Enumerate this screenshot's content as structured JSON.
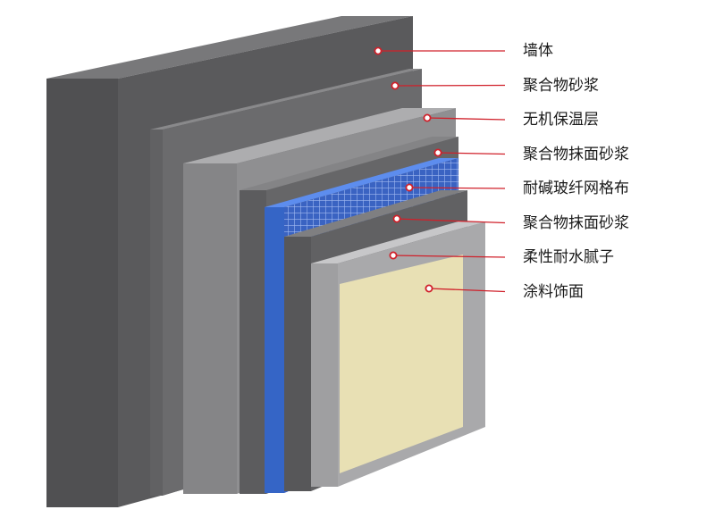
{
  "diagram": {
    "layers": [
      {
        "label": "墙体",
        "face_color": "#5a5a5c",
        "mesh": false
      },
      {
        "label": "聚合物砂浆",
        "face_color": "#6b6b6d",
        "mesh": false
      },
      {
        "label": "无机保温层",
        "face_color": "#8f8f91",
        "mesh": false
      },
      {
        "label": "聚合物抹面砂浆",
        "face_color": "#666668",
        "mesh": false
      },
      {
        "label": "耐碱玻纤网格布",
        "face_color": "#3f6fd0",
        "mesh": true
      },
      {
        "label": "聚合物抹面砂浆",
        "face_color": "#616163",
        "mesh": false
      },
      {
        "label": "柔性耐水腻子",
        "face_color": "#a9a9ab",
        "mesh": false
      },
      {
        "label": "涂料饰面",
        "face_color": "#e8e0b4",
        "mesh": false
      }
    ],
    "marker_color": "#d0202a"
  }
}
